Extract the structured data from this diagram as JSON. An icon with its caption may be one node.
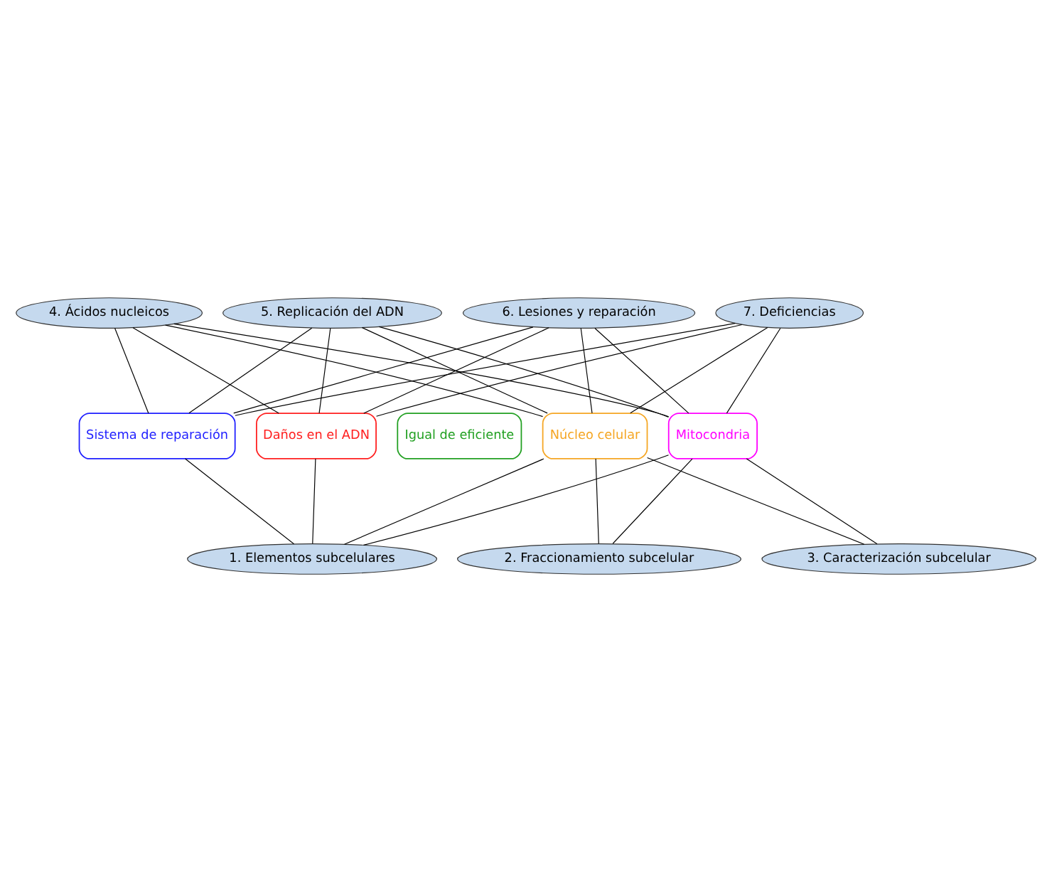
{
  "diagram": {
    "nodes": [
      {
        "text": [
          "4. Ácidos nucleicos"
        ]
      },
      {
        "text": [
          "5. Replicación del ADN"
        ]
      },
      {
        "text": [
          "6. Lesiones y reparación"
        ]
      },
      {
        "text": [
          "7. Deficiencias"
        ]
      },
      {
        "text": [
          "Sistema de reparación"
        ]
      },
      {
        "text": [
          "Daños en el ADN"
        ]
      },
      {
        "text": [
          "Igual de eficiente"
        ]
      },
      {
        "text": [
          "Núcleo celular"
        ]
      },
      {
        "text": [
          "Mitocondria"
        ]
      },
      {
        "text": [
          "1. Elementos subcelulares"
        ]
      },
      {
        "text": [
          "2. Fraccionamiento subcelular"
        ]
      },
      {
        "text": [
          "3. Caracterización subcelular"
        ]
      }
    ],
    "edges": [
      {
        "from": 0,
        "to": 4,
        "arrow": "none"
      },
      {
        "from": 0,
        "to": 5,
        "arrow": "none"
      },
      {
        "from": 0,
        "to": 7,
        "arrow": "none"
      },
      {
        "from": 0,
        "to": 8,
        "arrow": "none"
      },
      {
        "from": 1,
        "to": 4,
        "arrow": "none"
      },
      {
        "from": 1,
        "to": 5,
        "arrow": "none"
      },
      {
        "from": 1,
        "to": 7,
        "arrow": "none"
      },
      {
        "from": 1,
        "to": 8,
        "arrow": "none"
      },
      {
        "from": 2,
        "to": 4,
        "arrow": "none"
      },
      {
        "from": 2,
        "to": 5,
        "arrow": "none"
      },
      {
        "from": 2,
        "to": 7,
        "arrow": "none"
      },
      {
        "from": 2,
        "to": 8,
        "arrow": "none"
      },
      {
        "from": 3,
        "to": 4,
        "arrow": "none"
      },
      {
        "from": 3,
        "to": 5,
        "arrow": "none"
      },
      {
        "from": 3,
        "to": 7,
        "arrow": "none"
      },
      {
        "from": 3,
        "to": 8,
        "arrow": "none"
      },
      {
        "from": 4,
        "to": 9,
        "arrow": "none"
      },
      {
        "from": 5,
        "to": 9,
        "arrow": "none"
      },
      {
        "from": 7,
        "to": 9,
        "arrow": "none"
      },
      {
        "from": 7,
        "to": 10,
        "arrow": "none"
      },
      {
        "from": 7,
        "to": 11,
        "arrow": "none"
      },
      {
        "from": 8,
        "to": 9,
        "arrow": "none"
      },
      {
        "from": 8,
        "to": 10,
        "arrow": "none"
      },
      {
        "from": 8,
        "to": 11,
        "arrow": "none"
      }
    ]
  }
}
